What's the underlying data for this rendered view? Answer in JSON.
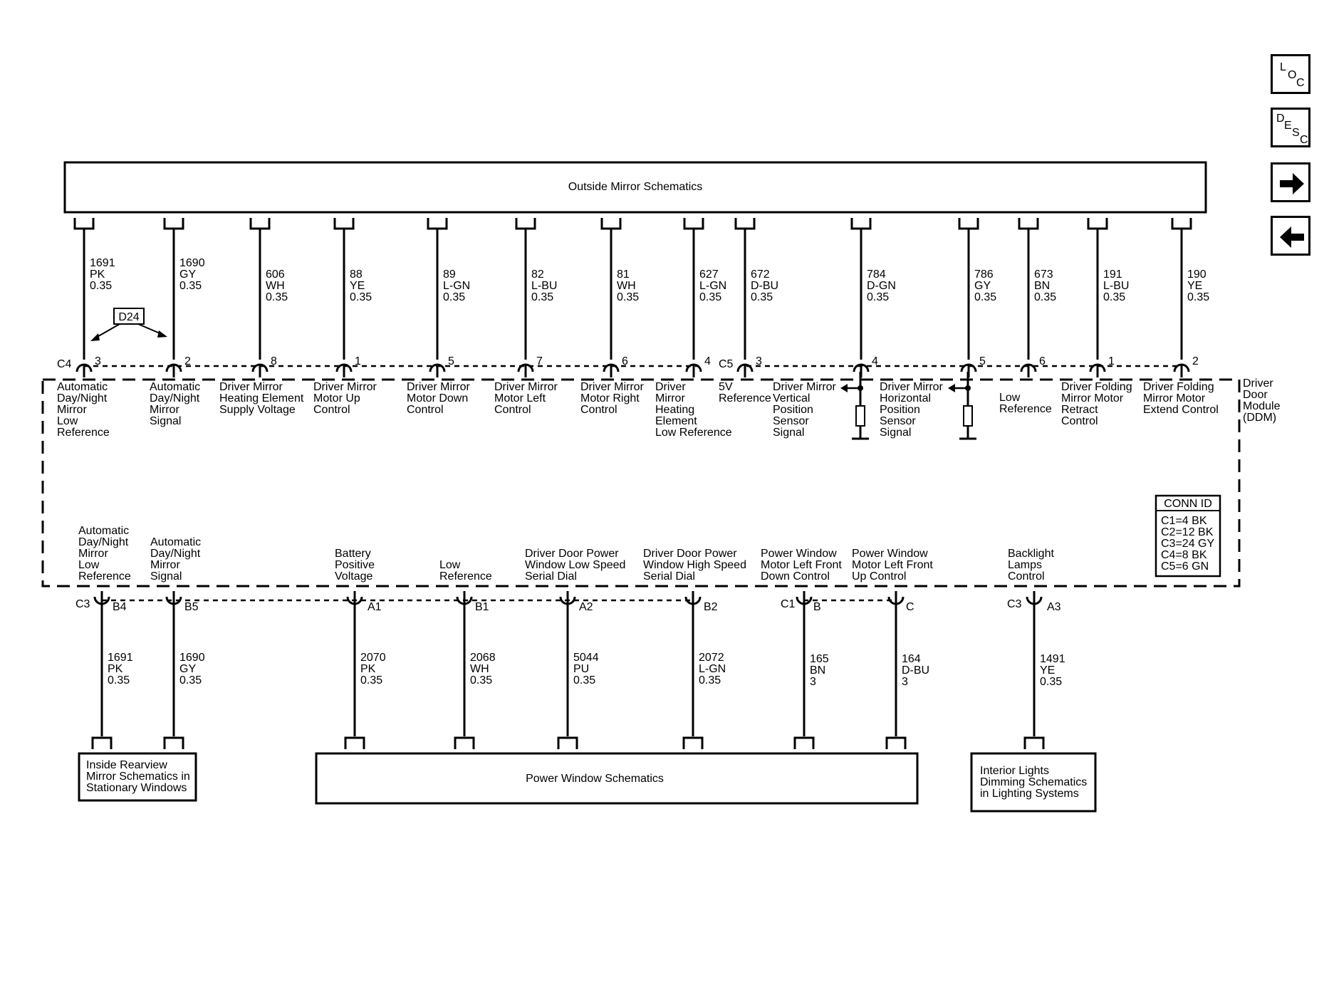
{
  "nav": {
    "loc": {
      "letters": [
        "L",
        "O",
        "C"
      ]
    },
    "desc": {
      "letters": [
        "D",
        "E",
        "S",
        "C"
      ]
    },
    "forward_icon": "arrow-right-icon",
    "back_icon": "arrow-left-icon"
  },
  "top_box": {
    "title": "Outside Mirror Schematics"
  },
  "module": {
    "name_lines": [
      "Driver",
      "Door",
      "Module",
      "(DDM)"
    ]
  },
  "conn_id": {
    "title": "CONN ID",
    "rows": [
      "C1=4 BK",
      "C2=12 BK",
      "C3=24 GY",
      "C4=8 BK",
      "C5=6 GN"
    ]
  },
  "d24_label": "D24",
  "top_connectors": [
    "C4",
    "C5"
  ],
  "top_wires": [
    {
      "pin": "3",
      "wire": [
        "1691",
        "PK",
        "0.35"
      ],
      "func": [
        "Automatic",
        "Day/Night",
        "Mirror",
        "Low",
        "Reference"
      ]
    },
    {
      "pin": "2",
      "wire": [
        "1690",
        "GY",
        "0.35"
      ],
      "func": [
        "Automatic",
        "Day/Night",
        "Mirror",
        "Signal"
      ]
    },
    {
      "pin": "8",
      "wire": [
        "606",
        "WH",
        "0.35"
      ],
      "func": [
        "Driver Mirror",
        "Heating Element",
        "Supply Voltage"
      ]
    },
    {
      "pin": "1",
      "wire": [
        "88",
        "YE",
        "0.35"
      ],
      "func": [
        "Driver Mirror",
        "Motor Up",
        "Control"
      ]
    },
    {
      "pin": "5",
      "wire": [
        "89",
        "L-GN",
        "0.35"
      ],
      "func": [
        "Driver Mirror",
        "Motor Down",
        "Control"
      ]
    },
    {
      "pin": "7",
      "wire": [
        "82",
        "L-BU",
        "0.35"
      ],
      "func": [
        "Driver Mirror",
        "Motor Left",
        "Control"
      ]
    },
    {
      "pin": "6",
      "wire": [
        "81",
        "WH",
        "0.35"
      ],
      "func": [
        "Driver Mirror",
        "Motor Right",
        "Control"
      ]
    },
    {
      "pin": "4",
      "wire": [
        "627",
        "L-GN",
        "0.35"
      ],
      "func": [
        "Driver",
        "Mirror",
        "Heating",
        "Element",
        "Low Reference"
      ]
    },
    {
      "pin": "3",
      "wire": [
        "672",
        "D-BU",
        "0.35"
      ],
      "func": [
        "5V",
        "Reference"
      ]
    },
    {
      "pin": "4",
      "wire": [
        "784",
        "D-GN",
        "0.35"
      ],
      "func": [
        "Driver Mirror",
        "Vertical",
        "Position",
        "Sensor",
        "Signal"
      ]
    },
    {
      "pin": "5",
      "wire": [
        "786",
        "GY",
        "0.35"
      ],
      "func": [
        "Driver Mirror",
        "Horizontal",
        "Position",
        "Sensor",
        "Signal"
      ]
    },
    {
      "pin": "6",
      "wire": [
        "673",
        "BN",
        "0.35"
      ],
      "func": [
        "Low",
        "Reference"
      ]
    },
    {
      "pin": "1",
      "wire": [
        "191",
        "L-BU",
        "0.35"
      ],
      "func": [
        "Driver Folding",
        "Mirror Motor",
        "Retract",
        "Control"
      ]
    },
    {
      "pin": "2",
      "wire": [
        "190",
        "YE",
        "0.35"
      ],
      "func": [
        "Driver Folding",
        "Mirror Motor",
        "Extend Control"
      ]
    }
  ],
  "bottom_connectors": [
    "C3",
    "C1",
    "C3"
  ],
  "bottom_wires": [
    {
      "pin": "B4",
      "wire": [
        "1691",
        "PK",
        "0.35"
      ],
      "func": [
        "Automatic",
        "Day/Night",
        "Mirror",
        "Low",
        "Reference"
      ]
    },
    {
      "pin": "B5",
      "wire": [
        "1690",
        "GY",
        "0.35"
      ],
      "func": [
        "Automatic",
        "Day/Night",
        "Mirror",
        "Signal"
      ]
    },
    {
      "pin": "A1",
      "wire": [
        "2070",
        "PK",
        "0.35"
      ],
      "func": [
        "Battery",
        "Positive",
        "Voltage"
      ]
    },
    {
      "pin": "B1",
      "wire": [
        "2068",
        "WH",
        "0.35"
      ],
      "func": [
        "Low",
        "Reference"
      ]
    },
    {
      "pin": "A2",
      "wire": [
        "5044",
        "PU",
        "0.35"
      ],
      "func": [
        "Driver Door Power",
        "Window Low Speed",
        "Serial Dial"
      ]
    },
    {
      "pin": "B2",
      "wire": [
        "2072",
        "L-GN",
        "0.35"
      ],
      "func": [
        "Driver Door Power",
        "Window High Speed",
        "Serial Dial"
      ]
    },
    {
      "pin": "B",
      "wire": [
        "165",
        "BN",
        "3"
      ],
      "func": [
        "Power Window",
        "Motor Left Front",
        "Down Control"
      ]
    },
    {
      "pin": "C",
      "wire": [
        "164",
        "D-BU",
        "3"
      ],
      "func": [
        "Power Window",
        "Motor Left Front",
        "Up Control"
      ]
    },
    {
      "pin": "A3",
      "wire": [
        "1491",
        "YE",
        "0.35"
      ],
      "func": [
        "Backlight",
        "Lamps",
        "Control"
      ]
    }
  ],
  "bottom_boxes": {
    "mirror": [
      "Inside Rearview",
      "Mirror Schematics in",
      "Stationary Windows"
    ],
    "power_window": "Power Window Schematics",
    "interior": [
      "Interior Lights",
      "Dimming Schematics",
      "in Lighting Systems"
    ]
  }
}
